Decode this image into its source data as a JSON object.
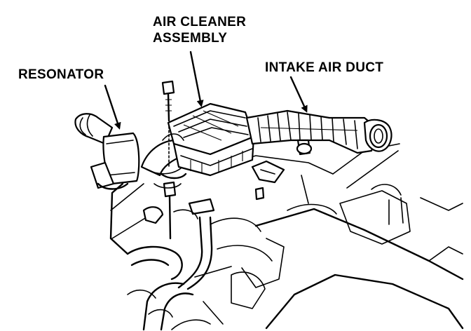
{
  "labels": {
    "air_cleaner_line1": "AIR CLEANER",
    "air_cleaner_line2": "ASSEMBLY",
    "resonator": "RESONATOR",
    "intake_air_duct": "INTAKE AIR DUCT"
  },
  "colors": {
    "ink": "#000000",
    "paper": "#ffffff"
  }
}
